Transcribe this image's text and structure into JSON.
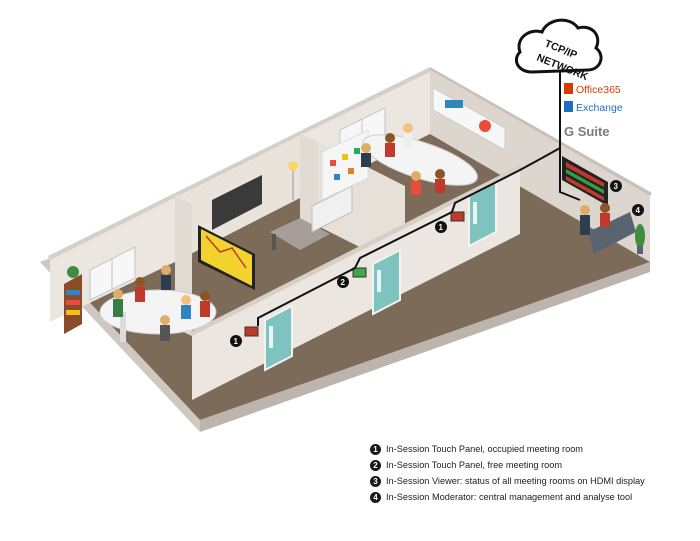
{
  "network": {
    "cloud_label_line1": "TCP/IP",
    "cloud_label_line2": "NETWORK",
    "services": [
      "Office365",
      "Exchange",
      "G Suite"
    ]
  },
  "markers": [
    "1",
    "2",
    "3",
    "4"
  ],
  "legend": [
    {
      "num": "1",
      "text": "In-Session Touch Panel, occupied meeting room"
    },
    {
      "num": "2",
      "text": "In-Session Touch Panel, free meeting room"
    },
    {
      "num": "3",
      "text": "In-Session Viewer: status of all meeting rooms on HDMI display"
    },
    {
      "num": "4",
      "text": "In-Session Moderator: central management and analyse tool"
    }
  ],
  "colors": {
    "floor": "#7d6b5a",
    "wall": "#ece6e0",
    "wall_top": "#d6cfc8",
    "door": "#7fc3c0",
    "panel_occupied": "#c0392b",
    "panel_free": "#3fa64a",
    "screen_yellow": "#f2d22e",
    "viewer_red": "#c0392b",
    "viewer_green": "#2e9e47"
  }
}
